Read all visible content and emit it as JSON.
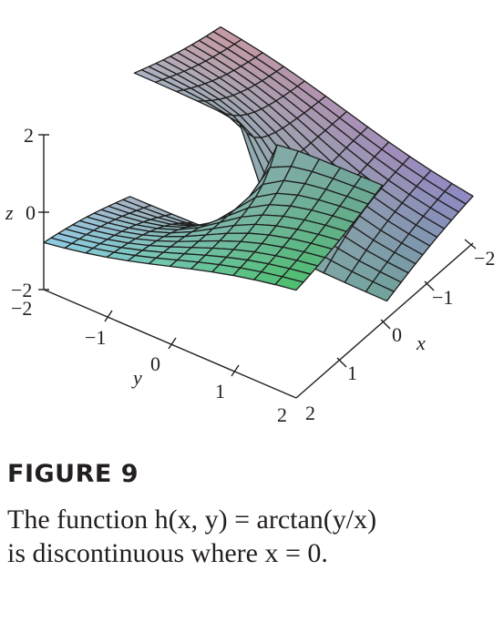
{
  "figure": {
    "label": "FIGURE 9",
    "caption_line1": "The function h(x, y) = arctan(y/x)",
    "caption_line2": "is discontinuous where x = 0."
  },
  "plot": {
    "type": "surface3d",
    "function": "arctan(y/x)",
    "x_range": [
      -2,
      2
    ],
    "y_range": [
      -2,
      2
    ],
    "z_range": [
      -2,
      2
    ],
    "axes": {
      "x": {
        "label": "x",
        "ticks": [
          "−2",
          "−1",
          "0",
          "1",
          "2"
        ]
      },
      "y": {
        "label": "y",
        "ticks": [
          "−2",
          "−1",
          "0",
          "1",
          "2"
        ]
      },
      "z": {
        "label": "z",
        "ticks": [
          "2",
          "0",
          "−2"
        ]
      }
    },
    "colors": {
      "pink": "#c89aa0",
      "violet": "#8f88c6",
      "blue": "#8fcde8",
      "green": "#4cbf6a"
    }
  }
}
